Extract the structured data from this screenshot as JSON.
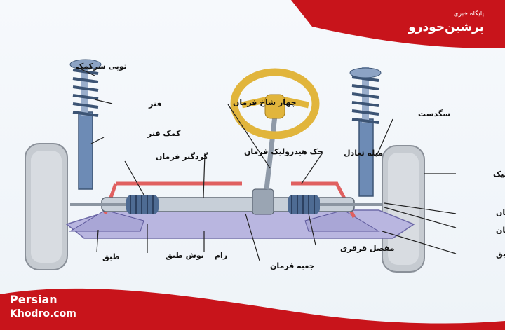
{
  "header": {
    "subtitle": "پایگاه خبری",
    "title": "پرشین‌خودرو"
  },
  "logo": {
    "line1": "Persian",
    "line2": "Khodro.com"
  },
  "labels": {
    "strut_mount": "توپی سرکمک",
    "spring": "فنر",
    "shock_absorber": "کمک فنر",
    "rack_boot": "گردگیر فرمان",
    "hydraulic_jack": "جک هیدرولیک فرمان",
    "universal_joint": "چهار شاخ فرمان",
    "sway_bar": "میله تعادل",
    "knuckle": "سگدست",
    "tire": "لاستیک",
    "tie_rod": "سیبک فرمان",
    "adjust_nut": "مهره تنظیم فرمان",
    "ball_joint": "سیبک طبق",
    "cv_joint": "مفصل قرقری",
    "steering_box": "جعبه فرمان",
    "frame": "رام",
    "control_arm_bushing": "بوش طبق",
    "control_arm": "طبق"
  },
  "colors": {
    "brand_red": "#c8141b",
    "wheel_yellow": "#e1b53c",
    "tire_grey": "#c6cbd1",
    "frame_purple": "#b9b6e0",
    "red_part": "#e06060"
  }
}
